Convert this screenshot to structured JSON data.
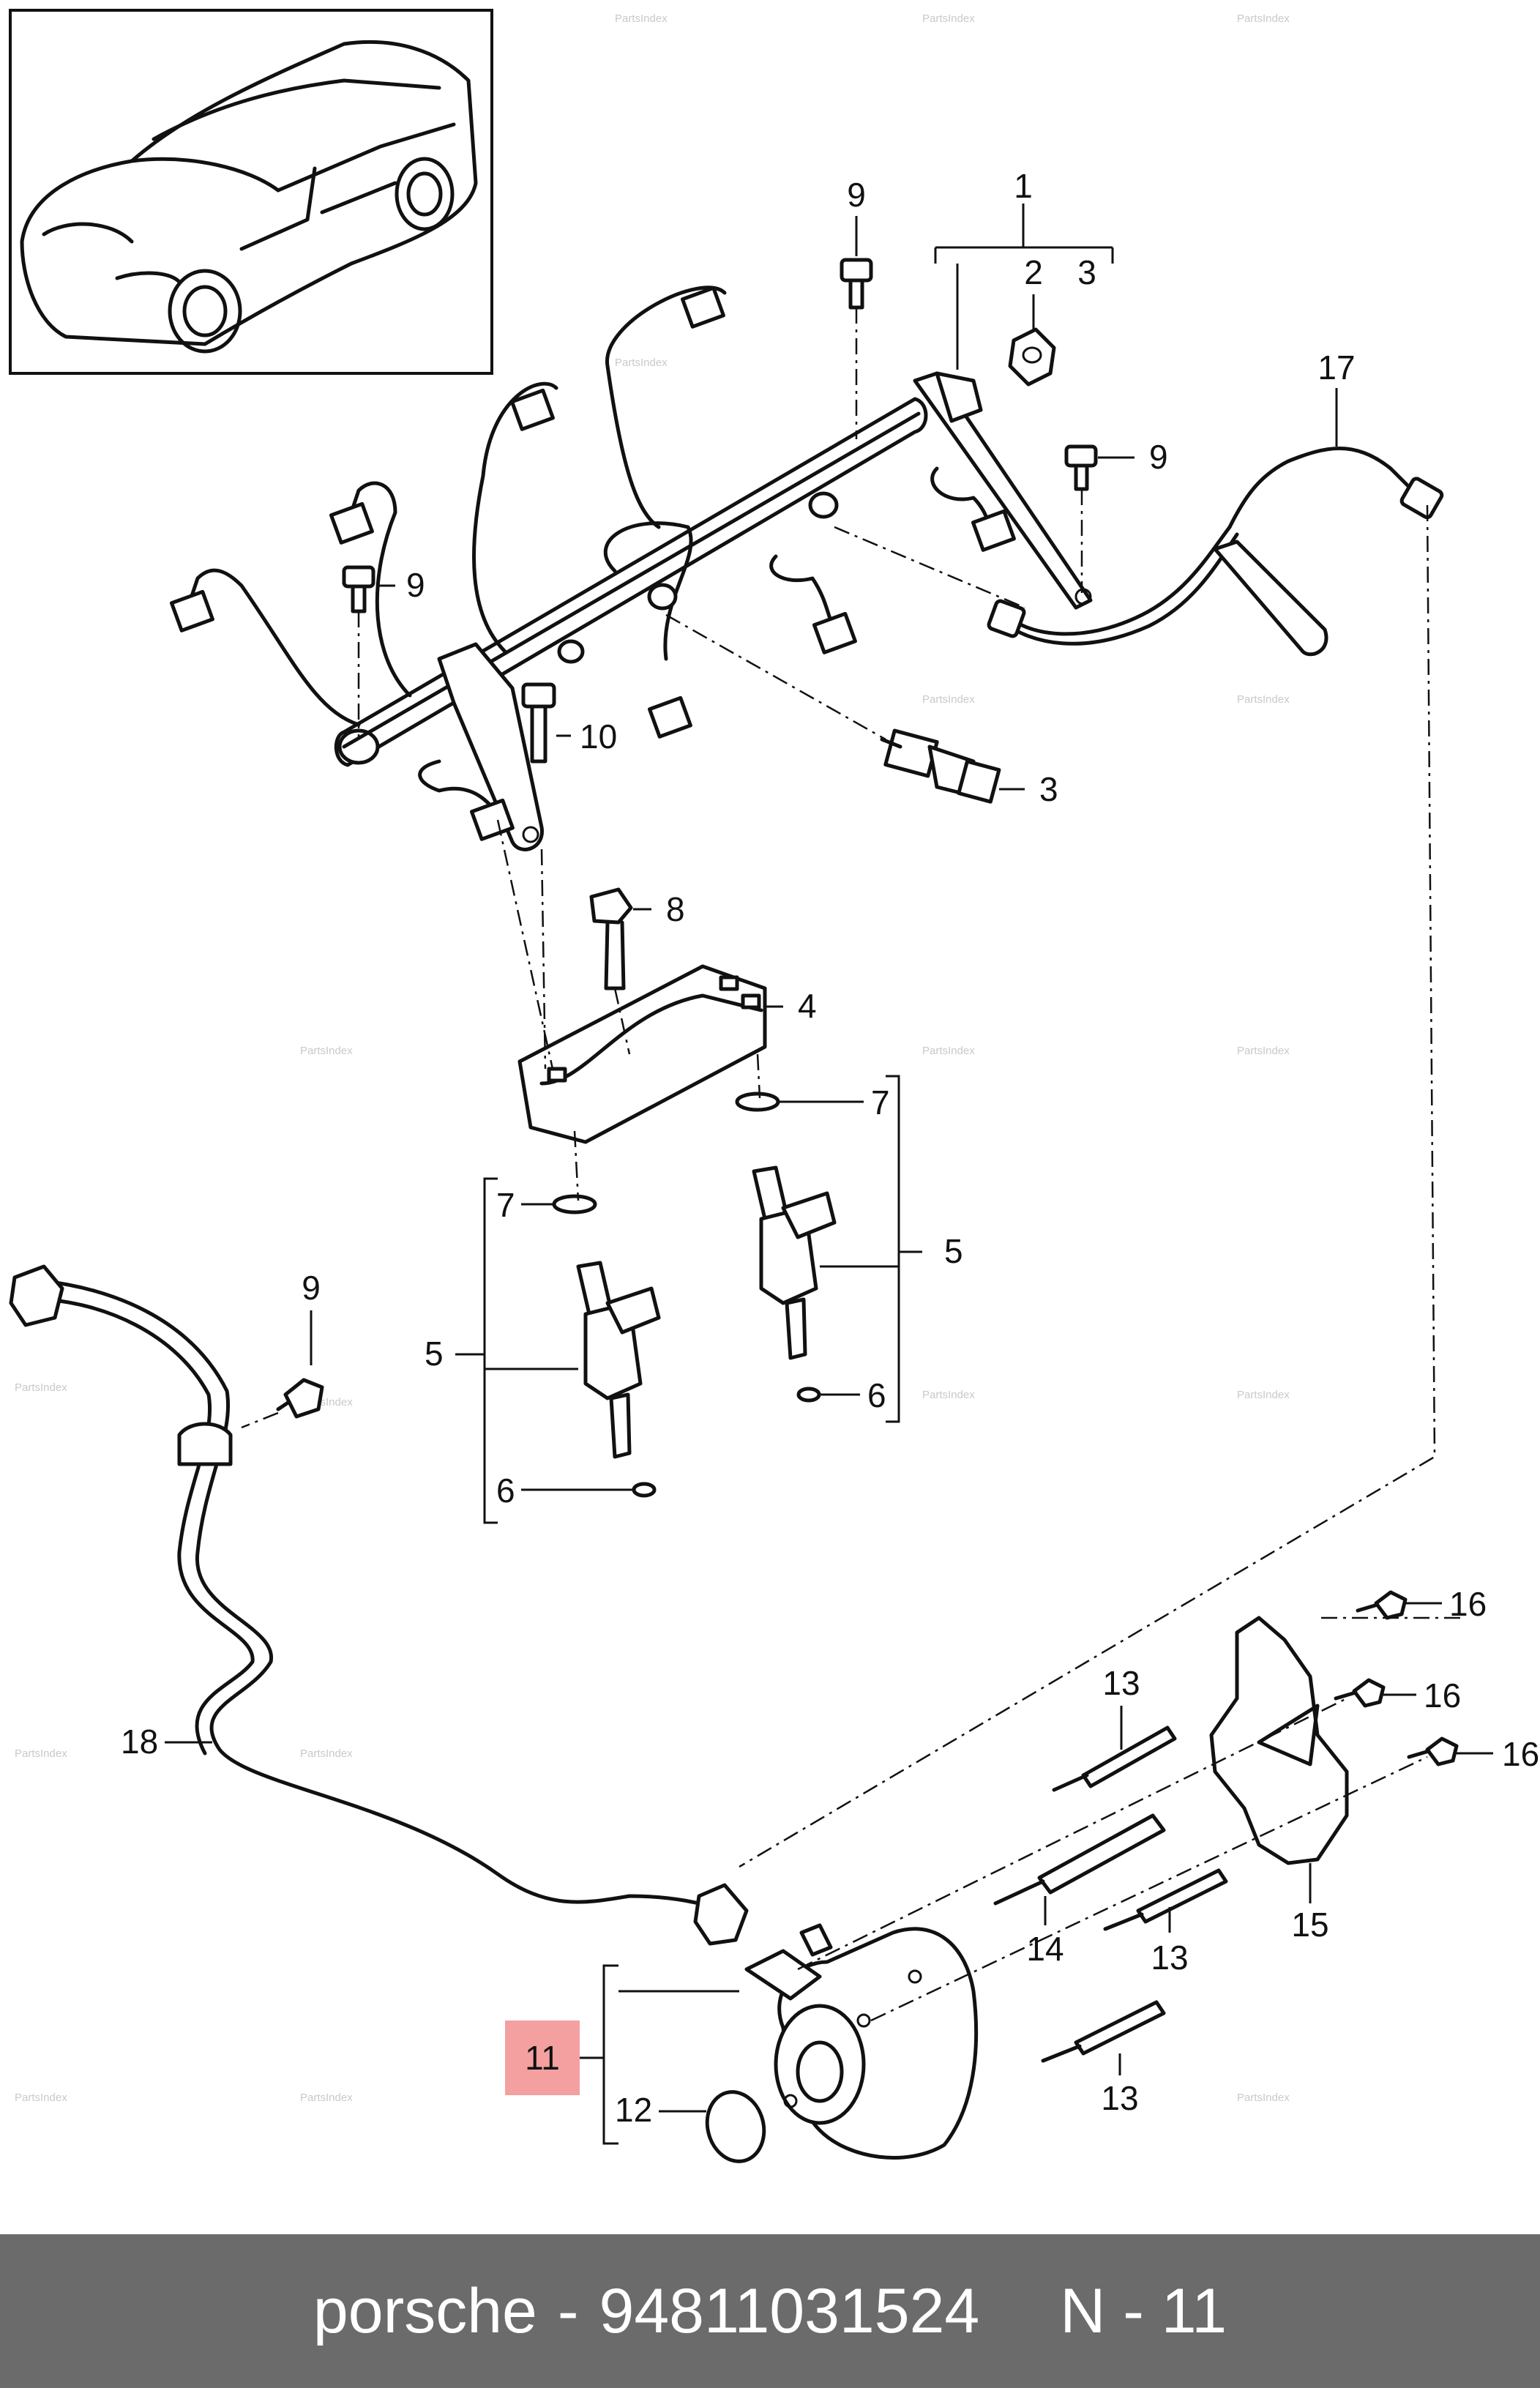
{
  "callouts": {
    "c1": "1",
    "c2": "2",
    "c3a": "3",
    "c3b": "3",
    "c4": "4",
    "c5a": "5",
    "c5b": "5",
    "c6a": "6",
    "c6b": "6",
    "c7a": "7",
    "c7b": "7",
    "c8": "8",
    "c9a": "9",
    "c9b": "9",
    "c9c": "9",
    "c9d": "9",
    "c10": "10",
    "c11": "11",
    "c12": "12",
    "c13a": "13",
    "c13b": "13",
    "c13c": "13",
    "c14": "14",
    "c15": "15",
    "c16a": "16",
    "c16b": "16",
    "c16c": "16",
    "c17": "17",
    "c18": "18"
  },
  "highlight_color": "#f4a0a0",
  "watermark": "PartsIndex",
  "footer": {
    "brand": "porsche",
    "separator": "-",
    "part_number": "94811031524",
    "diagram_ref": "N - 11",
    "background": "#6b6b6b"
  }
}
